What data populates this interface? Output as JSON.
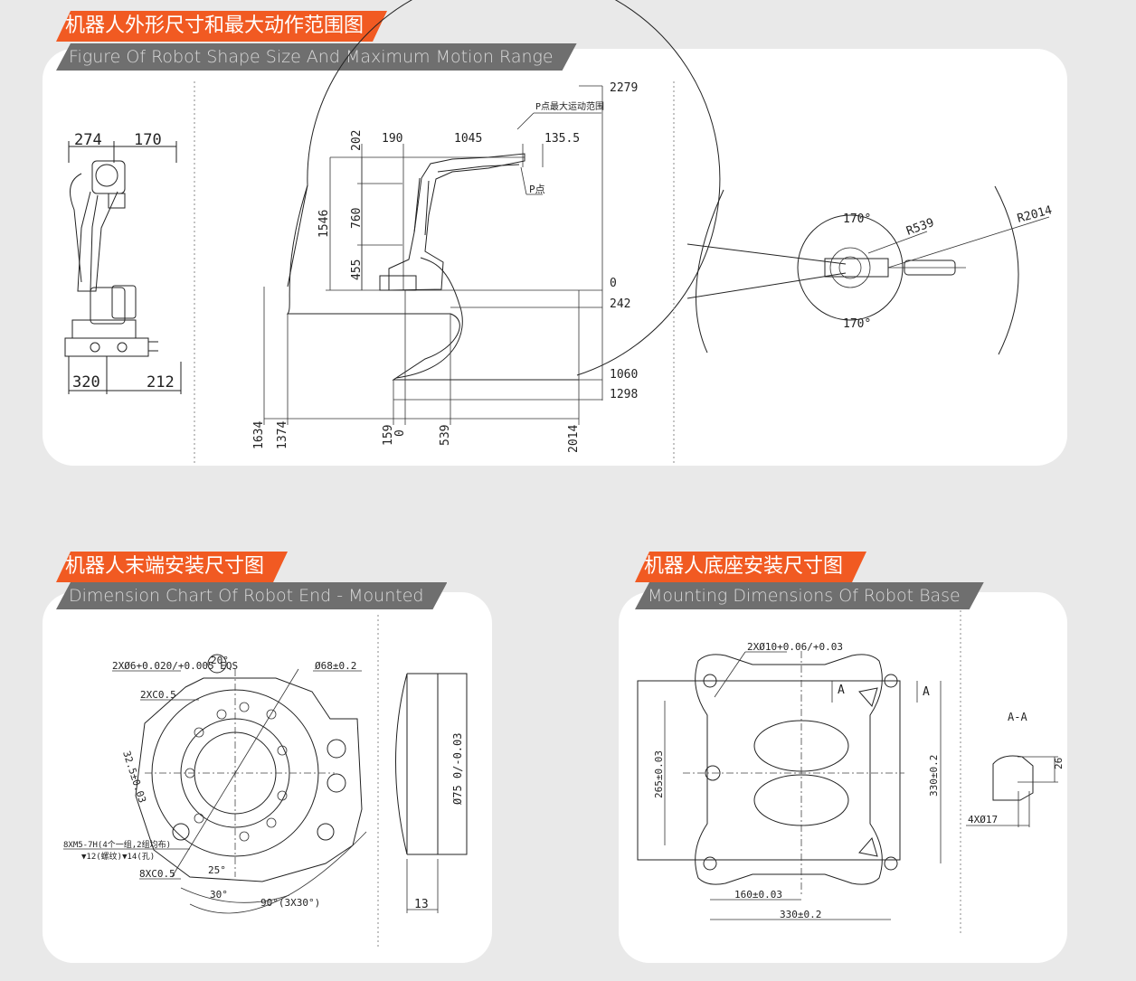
{
  "colors": {
    "accent": "#f15a22",
    "subtitle_bg": "#6f6f6f",
    "panel_bg": "#ffffff",
    "page_bg": "#e9e9e9"
  },
  "section1": {
    "title_cn": "机器人外形尺寸和最大动作范围图",
    "title_en": "Figure Of Robot Shape Size And Maximum Motion Range",
    "side": {
      "top_left": "274",
      "top_right": "170",
      "bottom_left": "320",
      "bottom_right": "212"
    },
    "range": {
      "max_label": "P点最大运动范围",
      "p_label": "P点",
      "top_dims": [
        "202",
        "190",
        "1045",
        "135.5"
      ],
      "vertical_dims": [
        "1546",
        "760",
        "455"
      ],
      "right_dims": [
        "2279",
        "0",
        "242",
        "1060",
        "1298"
      ],
      "bottom_dims": [
        "1634",
        "1374",
        "159",
        "0",
        "539",
        "2014"
      ]
    },
    "top_view": {
      "angle_top": "170°",
      "angle_bottom": "170°",
      "r_inner": "R539",
      "r_outer": "R2014"
    }
  },
  "section2": {
    "title_cn": "机器人末端安装尺寸图",
    "title_en": "Dimension Chart Of Robot End - Mounted",
    "labels": {
      "holes": "2XØ6+0.020/+0.005 EQS",
      "angle20": "20°",
      "chamfer2": "2XC0.5",
      "dia68": "Ø68±0.2",
      "dia325": "32.5±0.03",
      "thread": "8XM5-7H(4个一组,2组均布)",
      "depth": "▼12(螺纹)▼14(孔)",
      "chamfer8": "8XC0.5",
      "angle25": "25°",
      "angle30": "30°",
      "angle90": "90°(3X30°)",
      "dia75": "Ø75 0/-0.03",
      "width13": "13"
    }
  },
  "section3": {
    "title_cn": "机器人底座安装尺寸图",
    "title_en": "Mounting Dimensions Of Robot Base",
    "labels": {
      "holes": "2XØ10+0.06/+0.03",
      "section_a1": "A",
      "section_a2": "A",
      "dim265": "265±0.03",
      "dim330v": "330±0.2",
      "dim160": "160±0.03",
      "dim330h": "330±0.2",
      "aa": "A-A",
      "dim26": "26",
      "dia17": "4XØ17"
    }
  }
}
